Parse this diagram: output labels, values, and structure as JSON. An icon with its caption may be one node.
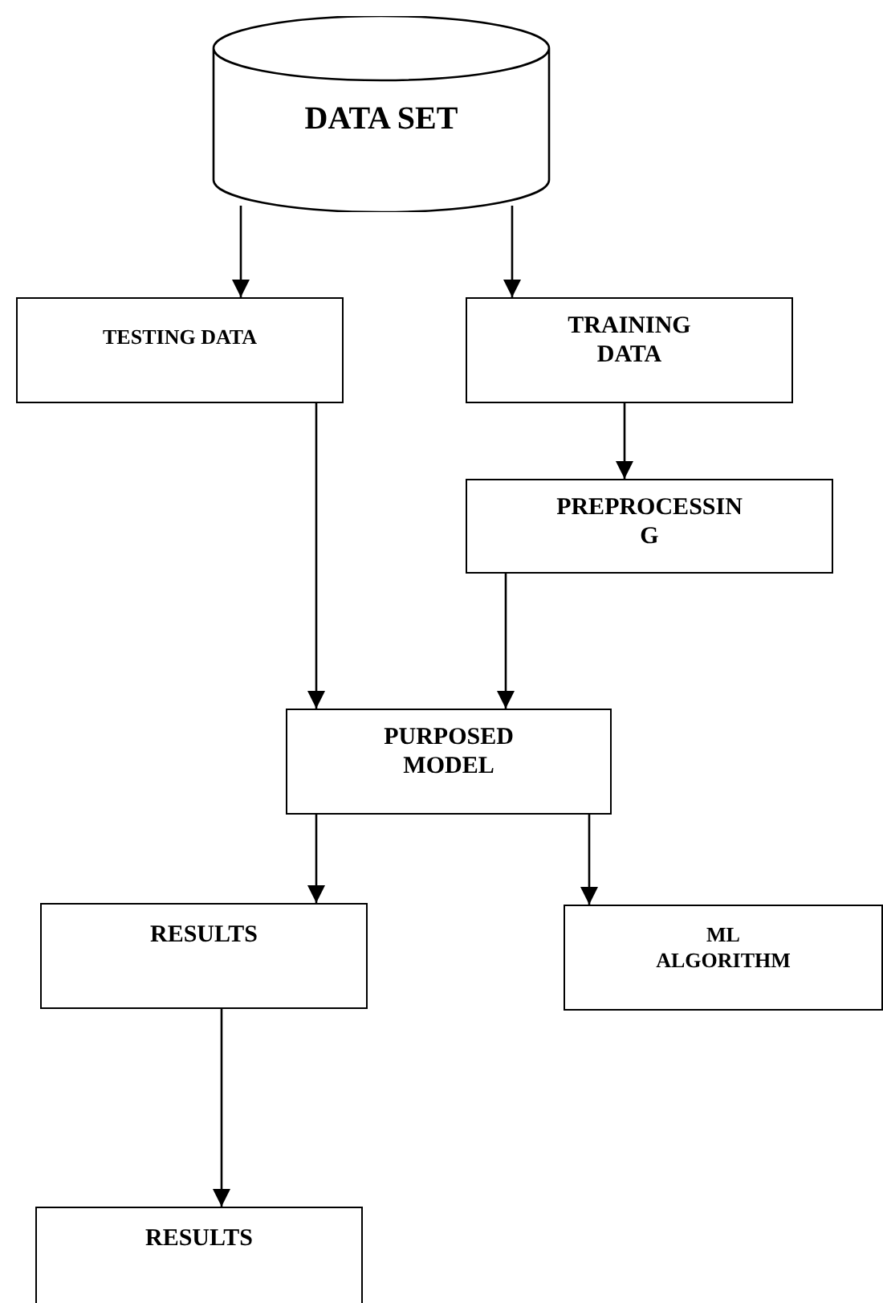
{
  "diagram": {
    "nodes": [
      {
        "text": [
          "DATA SET"
        ]
      },
      {
        "text": [
          "TESTING DATA"
        ]
      },
      {
        "text": [
          "TRAINING DATA"
        ]
      },
      {
        "text": [
          "PREPROCESSIN G"
        ]
      },
      {
        "text": [
          "PURPOSED MODEL"
        ]
      },
      {
        "text": [
          "RESULTS"
        ]
      },
      {
        "text": [
          "ML ALGORITHM"
        ]
      },
      {
        "text": [
          "RESULTS"
        ]
      }
    ],
    "edges": [
      {
        "from": 0,
        "to": 1,
        "arrow": "to"
      },
      {
        "from": 0,
        "to": 2,
        "arrow": "to"
      },
      {
        "from": 2,
        "to": 3,
        "arrow": "to"
      },
      {
        "from": 1,
        "to": 4,
        "arrow": "to"
      },
      {
        "from": 3,
        "to": 4,
        "arrow": "to"
      },
      {
        "from": 4,
        "to": 5,
        "arrow": "to"
      },
      {
        "from": 4,
        "to": 6,
        "arrow": "to"
      },
      {
        "from": 5,
        "to": 7,
        "arrow": "to"
      }
    ]
  }
}
